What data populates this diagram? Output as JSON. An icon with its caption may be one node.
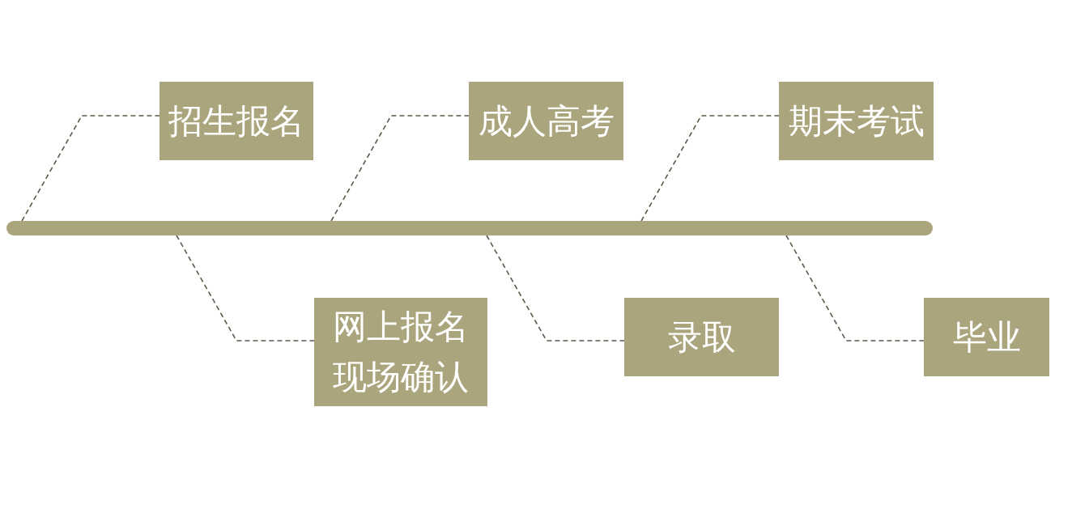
{
  "diagram": {
    "nodes": [
      {
        "text": [],
        "shape": "bar"
      },
      {
        "text": [
          "招生报名"
        ]
      },
      {
        "text": [
          "成人高考"
        ]
      },
      {
        "text": [
          "期末考试"
        ]
      },
      {
        "text": [
          "网上报名现场确认"
        ]
      },
      {
        "text": [
          "录取"
        ]
      },
      {
        "text": [
          "毕业"
        ]
      }
    ],
    "edges": [
      {
        "from": 0,
        "to": 1,
        "arrow": "none",
        "style": "dashed"
      },
      {
        "from": 0,
        "to": 2,
        "arrow": "none",
        "style": "dashed"
      },
      {
        "from": 0,
        "to": 3,
        "arrow": "none",
        "style": "dashed"
      },
      {
        "from": 0,
        "to": 4,
        "arrow": "none",
        "style": "dashed"
      },
      {
        "from": 0,
        "to": 5,
        "arrow": "none",
        "style": "dashed"
      },
      {
        "from": 0,
        "to": 6,
        "arrow": "none",
        "style": "dashed"
      }
    ]
  }
}
